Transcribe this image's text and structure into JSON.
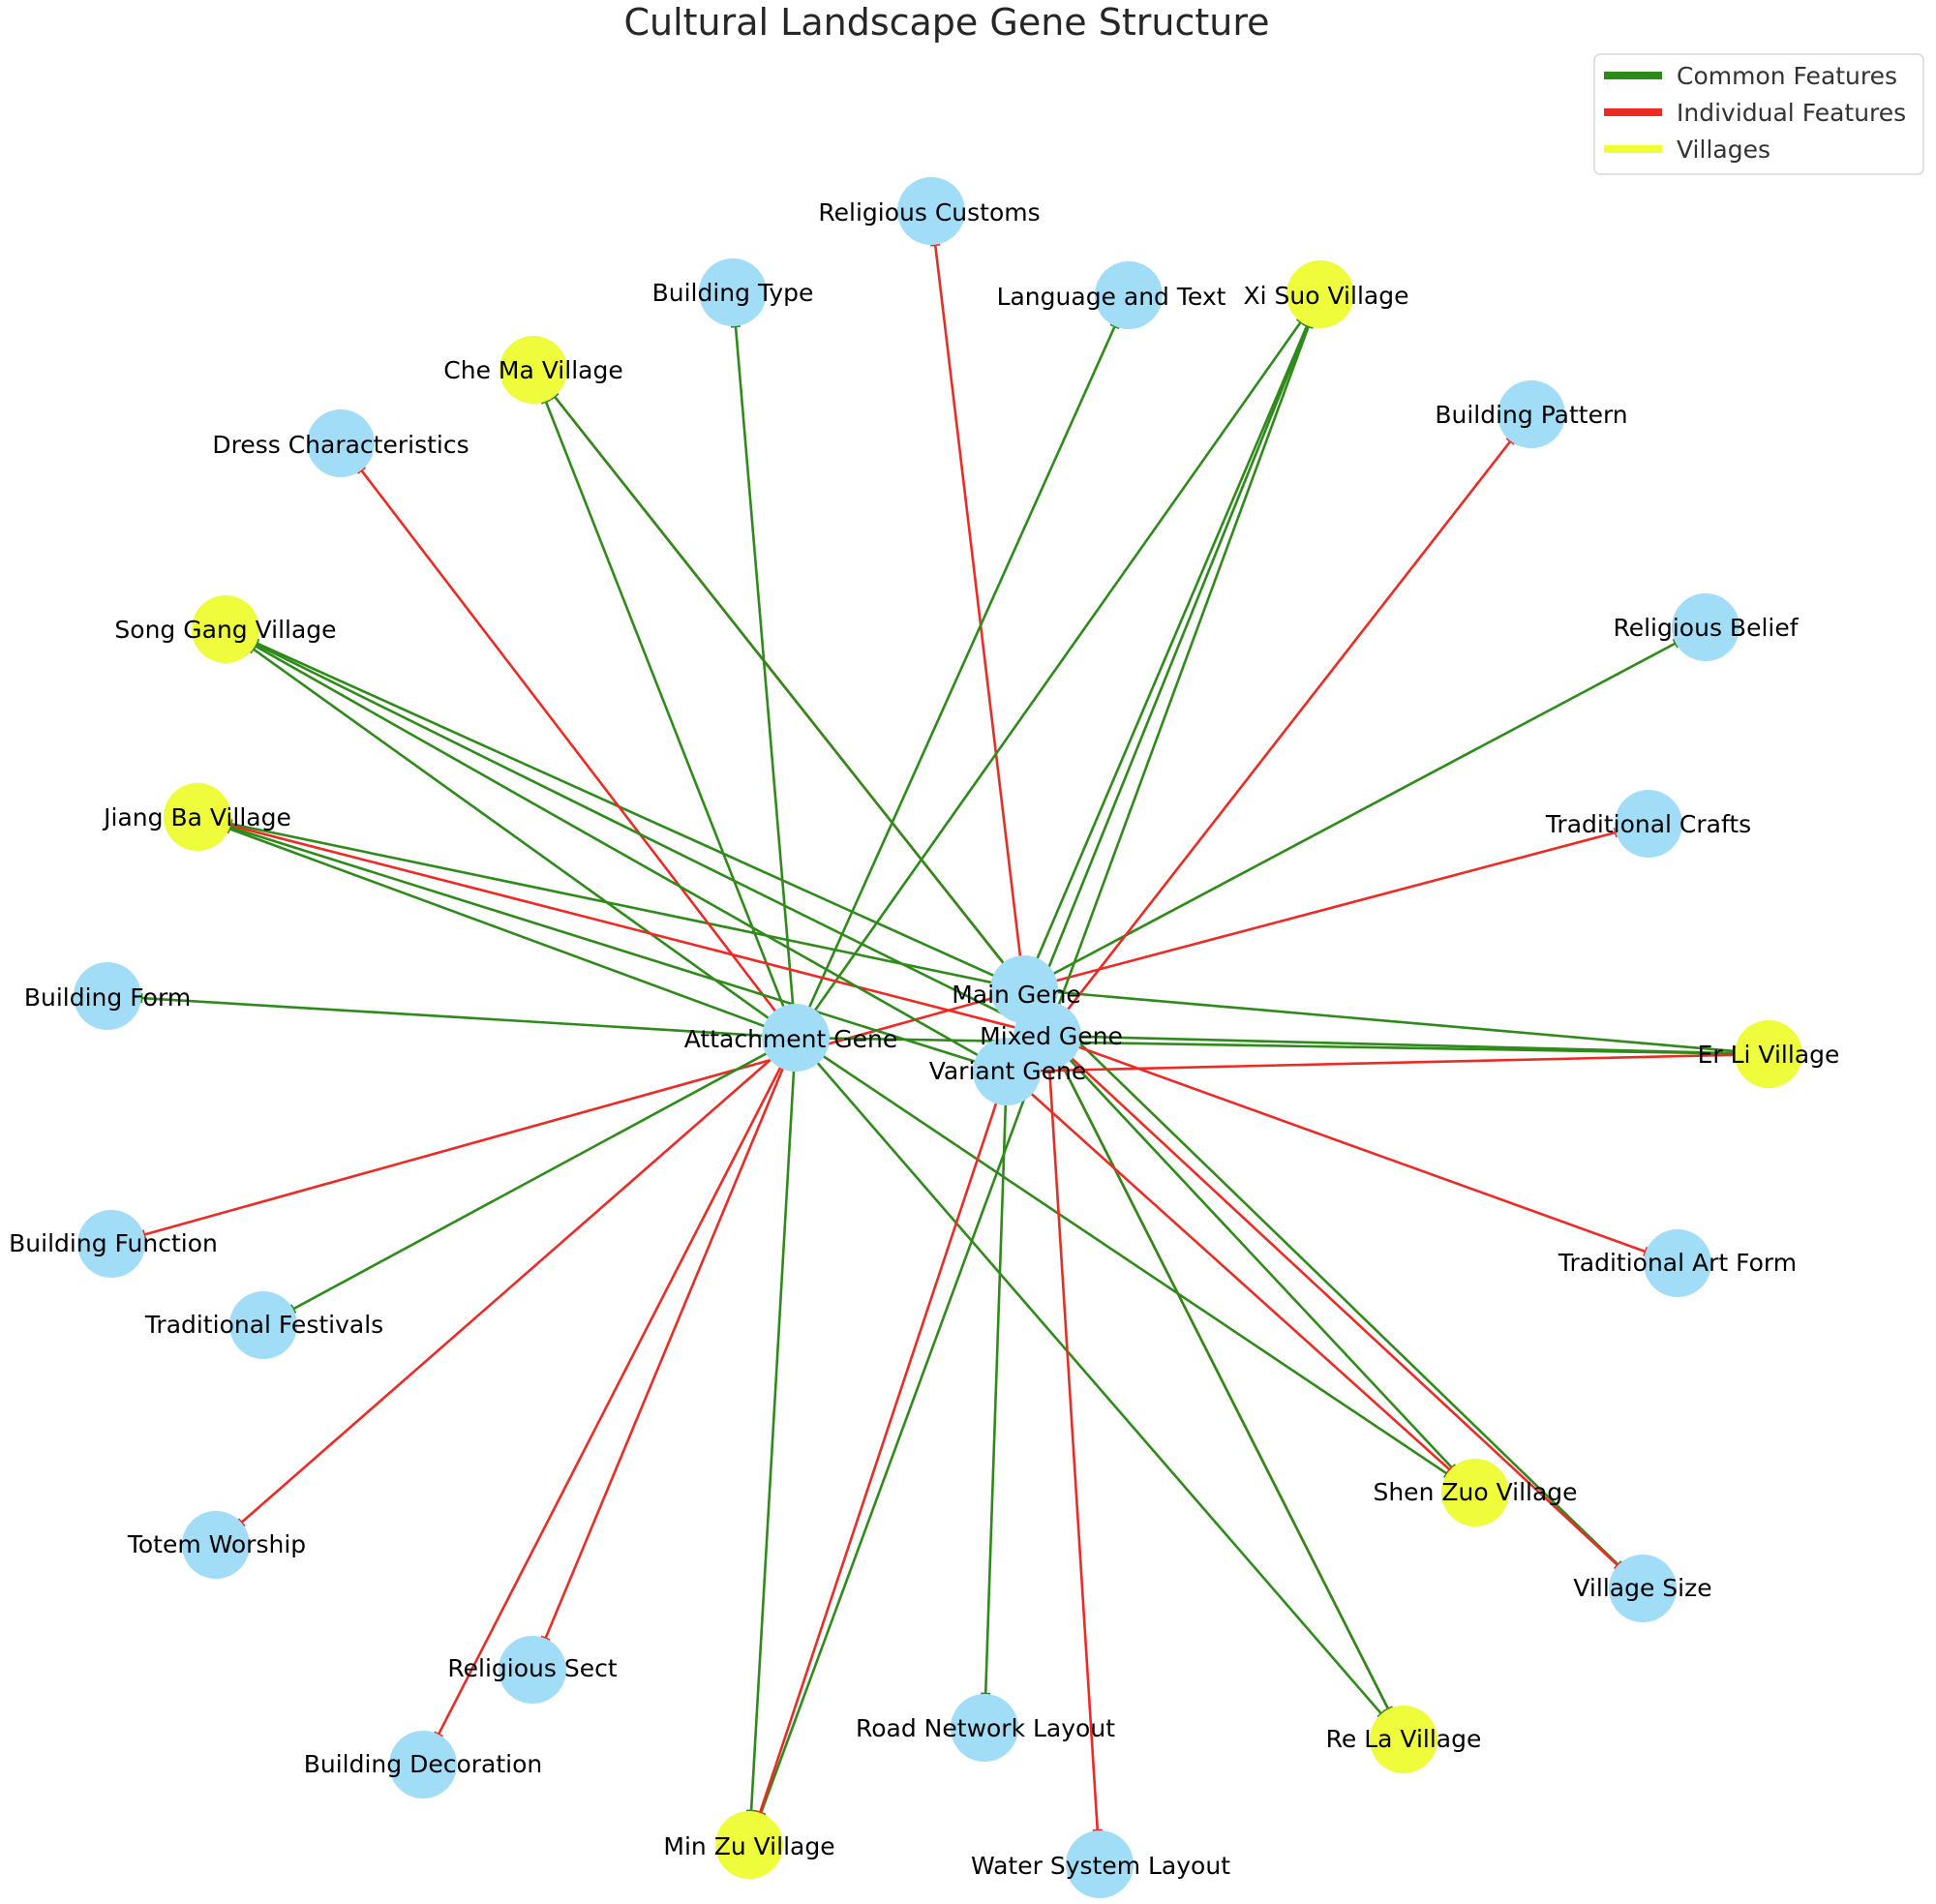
{
  "title": "Cultural Landscape Gene Structure",
  "colors": {
    "common": "#2e8b1a",
    "individual": "#ee2a24",
    "village_legend": "#eeff33",
    "gene_node": "#a2ddf7",
    "village_node": "#eefc3c"
  },
  "legend": [
    {
      "label": "Common Features",
      "color_key": "common"
    },
    {
      "label": "Individual Features",
      "color_key": "individual"
    },
    {
      "label": "Villages",
      "color_key": "village_legend"
    }
  ],
  "nodes": [
    {
      "id": "main",
      "label": "Main Gene",
      "kind": "gene"
    },
    {
      "id": "attachment",
      "label": "Attachment Gene",
      "kind": "gene"
    },
    {
      "id": "mixed",
      "label": "Mixed Gene",
      "kind": "gene"
    },
    {
      "id": "variant",
      "label": "Variant Gene",
      "kind": "gene"
    },
    {
      "id": "religious_customs",
      "label": "Religious Customs",
      "kind": "gene"
    },
    {
      "id": "building_type",
      "label": "Building Type",
      "kind": "gene"
    },
    {
      "id": "language_text",
      "label": "Language and Text",
      "kind": "gene"
    },
    {
      "id": "building_pattern",
      "label": "Building Pattern",
      "kind": "gene"
    },
    {
      "id": "dress",
      "label": "Dress Characteristics",
      "kind": "gene"
    },
    {
      "id": "religious_belief",
      "label": "Religious Belief",
      "kind": "gene"
    },
    {
      "id": "traditional_crafts",
      "label": "Traditional Crafts",
      "kind": "gene"
    },
    {
      "id": "building_form",
      "label": "Building Form",
      "kind": "gene"
    },
    {
      "id": "building_function",
      "label": "Building Function",
      "kind": "gene"
    },
    {
      "id": "traditional_festivals",
      "label": "Traditional Festivals",
      "kind": "gene"
    },
    {
      "id": "traditional_art",
      "label": "Traditional Art Form",
      "kind": "gene"
    },
    {
      "id": "totem",
      "label": "Totem Worship",
      "kind": "gene"
    },
    {
      "id": "village_size",
      "label": "Village Size",
      "kind": "gene"
    },
    {
      "id": "religious_sect",
      "label": "Religious Sect",
      "kind": "gene"
    },
    {
      "id": "road_network",
      "label": "Road Network Layout",
      "kind": "gene"
    },
    {
      "id": "building_decoration",
      "label": "Building Decoration",
      "kind": "gene"
    },
    {
      "id": "water_system",
      "label": "Water System Layout",
      "kind": "gene"
    },
    {
      "id": "xi_suo",
      "label": "Xi Suo Village",
      "kind": "village"
    },
    {
      "id": "che_ma",
      "label": "Che Ma Village",
      "kind": "village"
    },
    {
      "id": "song_gang",
      "label": "Song Gang Village",
      "kind": "village"
    },
    {
      "id": "jiang_ba",
      "label": "Jiang Ba Village",
      "kind": "village"
    },
    {
      "id": "er_li",
      "label": "Er Li Village",
      "kind": "village"
    },
    {
      "id": "shen_zuo",
      "label": "Shen Zuo Village",
      "kind": "village"
    },
    {
      "id": "re_la",
      "label": "Re La Village",
      "kind": "village"
    },
    {
      "id": "min_zu",
      "label": "Min Zu Village",
      "kind": "village"
    }
  ],
  "edges": [
    {
      "source": "main",
      "target": "religious_customs",
      "type": "individual"
    },
    {
      "source": "main",
      "target": "che_ma",
      "type": "individual"
    },
    {
      "source": "main",
      "target": "traditional_crafts",
      "type": "individual"
    },
    {
      "source": "main",
      "target": "building_function",
      "type": "individual"
    },
    {
      "source": "main",
      "target": "che_ma",
      "type": "common"
    },
    {
      "source": "main",
      "target": "song_gang",
      "type": "common"
    },
    {
      "source": "main",
      "target": "jiang_ba",
      "type": "common"
    },
    {
      "source": "main",
      "target": "er_li",
      "type": "common"
    },
    {
      "source": "main",
      "target": "xi_suo",
      "type": "common"
    },
    {
      "source": "main",
      "target": "religious_belief",
      "type": "common"
    },
    {
      "source": "main",
      "target": "village_size",
      "type": "common"
    },
    {
      "source": "attachment",
      "target": "dress",
      "type": "individual"
    },
    {
      "source": "attachment",
      "target": "totem",
      "type": "individual"
    },
    {
      "source": "attachment",
      "target": "religious_sect",
      "type": "individual"
    },
    {
      "source": "attachment",
      "target": "building_decoration",
      "type": "individual"
    },
    {
      "source": "attachment",
      "target": "building_type",
      "type": "common"
    },
    {
      "source": "attachment",
      "target": "language_text",
      "type": "common"
    },
    {
      "source": "attachment",
      "target": "xi_suo",
      "type": "common"
    },
    {
      "source": "attachment",
      "target": "che_ma",
      "type": "common"
    },
    {
      "source": "attachment",
      "target": "song_gang",
      "type": "common"
    },
    {
      "source": "attachment",
      "target": "jiang_ba",
      "type": "common"
    },
    {
      "source": "attachment",
      "target": "building_form",
      "type": "common"
    },
    {
      "source": "attachment",
      "target": "traditional_festivals",
      "type": "common"
    },
    {
      "source": "attachment",
      "target": "min_zu",
      "type": "common"
    },
    {
      "source": "attachment",
      "target": "re_la",
      "type": "common"
    },
    {
      "source": "attachment",
      "target": "shen_zuo",
      "type": "common"
    },
    {
      "source": "attachment",
      "target": "er_li",
      "type": "common"
    },
    {
      "source": "mixed",
      "target": "building_pattern",
      "type": "individual"
    },
    {
      "source": "mixed",
      "target": "jiang_ba",
      "type": "individual"
    },
    {
      "source": "mixed",
      "target": "traditional_art",
      "type": "individual"
    },
    {
      "source": "mixed",
      "target": "re_la",
      "type": "individual"
    },
    {
      "source": "mixed",
      "target": "village_size",
      "type": "individual"
    },
    {
      "source": "mixed",
      "target": "water_system",
      "type": "individual"
    },
    {
      "source": "mixed",
      "target": "xi_suo",
      "type": "common"
    },
    {
      "source": "mixed",
      "target": "song_gang",
      "type": "common"
    },
    {
      "source": "mixed",
      "target": "er_li",
      "type": "common"
    },
    {
      "source": "mixed",
      "target": "re_la",
      "type": "common"
    },
    {
      "source": "mixed",
      "target": "shen_zuo",
      "type": "common"
    },
    {
      "source": "mixed",
      "target": "min_zu",
      "type": "common"
    },
    {
      "source": "variant",
      "target": "er_li",
      "type": "individual"
    },
    {
      "source": "variant",
      "target": "shen_zuo",
      "type": "individual"
    },
    {
      "source": "variant",
      "target": "min_zu",
      "type": "individual"
    },
    {
      "source": "variant",
      "target": "xi_suo",
      "type": "common"
    },
    {
      "source": "variant",
      "target": "song_gang",
      "type": "common"
    },
    {
      "source": "variant",
      "target": "jiang_ba",
      "type": "common"
    },
    {
      "source": "variant",
      "target": "road_network",
      "type": "common"
    }
  ]
}
